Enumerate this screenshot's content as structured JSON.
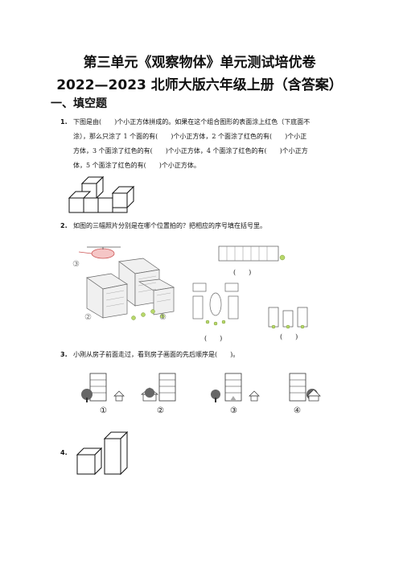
{
  "doc": {
    "title_line1": "第三单元《观察物体》单元测试培优卷",
    "title_line2": "2022—2023 北师大版六年级上册（含答案）",
    "section": "一、填空题"
  },
  "questions": [
    {
      "num": "1.",
      "lines": [
        "下图是由(　　)个小正方体拼成的。如果在这个组合图形的表面涂上红色（下底面不",
        "涂），那么只涂了 1 个面的有(　　)个小正方体，2 个面涂了红色的有(　　)个小正",
        "方体，3 个面涂了红色的有(　　)个小正方体，4 个面涂了红色的有(　　)个小正方",
        "体，5 个面涂了红色的有(　　)个小正方体。"
      ]
    },
    {
      "num": "2.",
      "lines": [
        "如图的三幅照片分别是在哪个位置拍的？把相应的序号填在括号里。"
      ],
      "labels": {
        "pos3": "③",
        "pos2": "②",
        "pos1": "①",
        "blank": "(　　)"
      }
    },
    {
      "num": "3.",
      "lines": [
        "小刚从房子前面走过，看到房子画面的先后顺序是(　　)。"
      ],
      "labels": [
        "①",
        "②",
        "③",
        "④"
      ]
    },
    {
      "num": "4.",
      "lines": []
    }
  ]
}
